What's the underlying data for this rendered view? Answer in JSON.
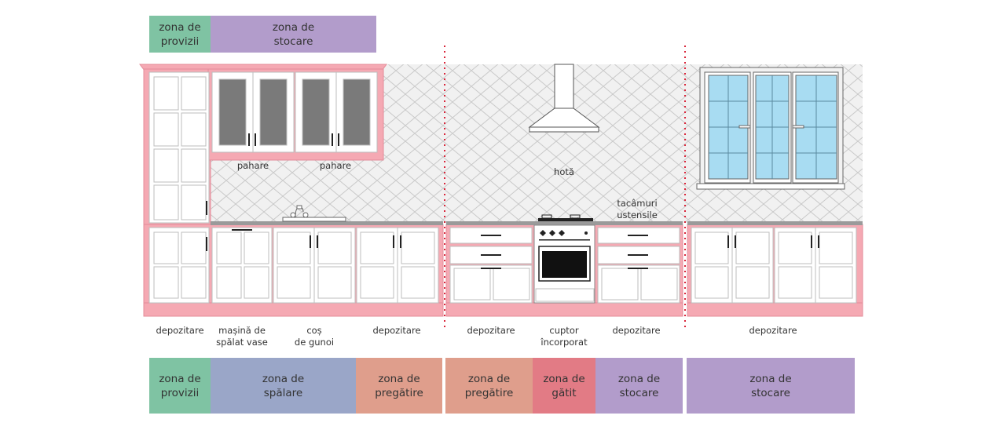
{
  "colors": {
    "provizii": "#7fc3a3",
    "stocare": "#b29ccb",
    "spalare": "#9aa6c8",
    "pregatire": "#df9e8c",
    "gatit": "#e27b85",
    "structure_pink": "#f5a9b3",
    "divider": "#d9253a",
    "glass": "#a8dcf2",
    "tile": "#ececec"
  },
  "top_zones": [
    {
      "text": "zona de\nprovizii",
      "color_key": "provizii"
    },
    {
      "text": "zona de\nstocare",
      "color_key": "stocare"
    }
  ],
  "bottom_zones": [
    {
      "text": "zona de\nprovizii",
      "color_key": "provizii"
    },
    {
      "text": "zona de\nspălare",
      "color_key": "spalare"
    },
    {
      "text": "zona de\npregătire",
      "color_key": "pregatire"
    },
    {
      "text": "zona de\npregătire",
      "color_key": "pregatire"
    },
    {
      "text": "zona de\ngătit",
      "color_key": "gatit"
    },
    {
      "text": "zona de\nstocare",
      "color_key": "stocare"
    },
    {
      "text": "zona de\nstocare",
      "color_key": "stocare"
    }
  ],
  "labels": {
    "pahare_1": "pahare",
    "pahare_2": "pahare",
    "hota": "hotă",
    "tacamuri": "tacâmuri\nustensile",
    "depozitare_1": "depozitare",
    "masina": "mașină de\nspălat vase",
    "cos": "coș\nde gunoi",
    "depozitare_2": "depozitare",
    "depozitare_3": "depozitare",
    "cuptor": "cuptor\nîncorporat",
    "depozitare_4": "depozitare",
    "depozitare_5": "depozitare"
  }
}
